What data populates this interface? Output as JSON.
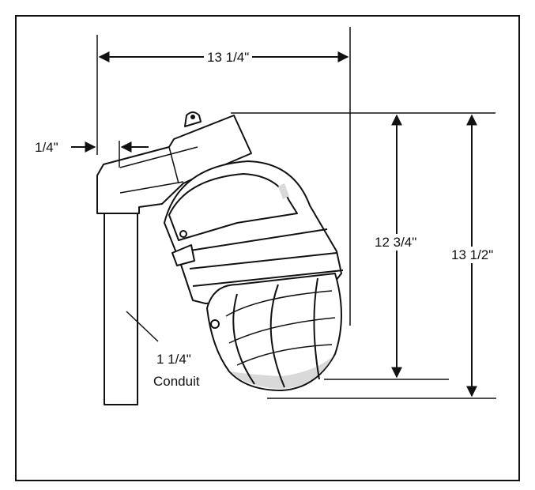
{
  "dimensions": {
    "overall_width": "13 1/4\"",
    "offset": "1/4\"",
    "inner_height": "12 3/4\"",
    "overall_height": "13 1/2\""
  },
  "conduit": {
    "size": "1 1/4\"",
    "label": "Conduit"
  },
  "colors": {
    "line": "#111111",
    "background": "#ffffff",
    "shade": "#d9d9d9"
  }
}
